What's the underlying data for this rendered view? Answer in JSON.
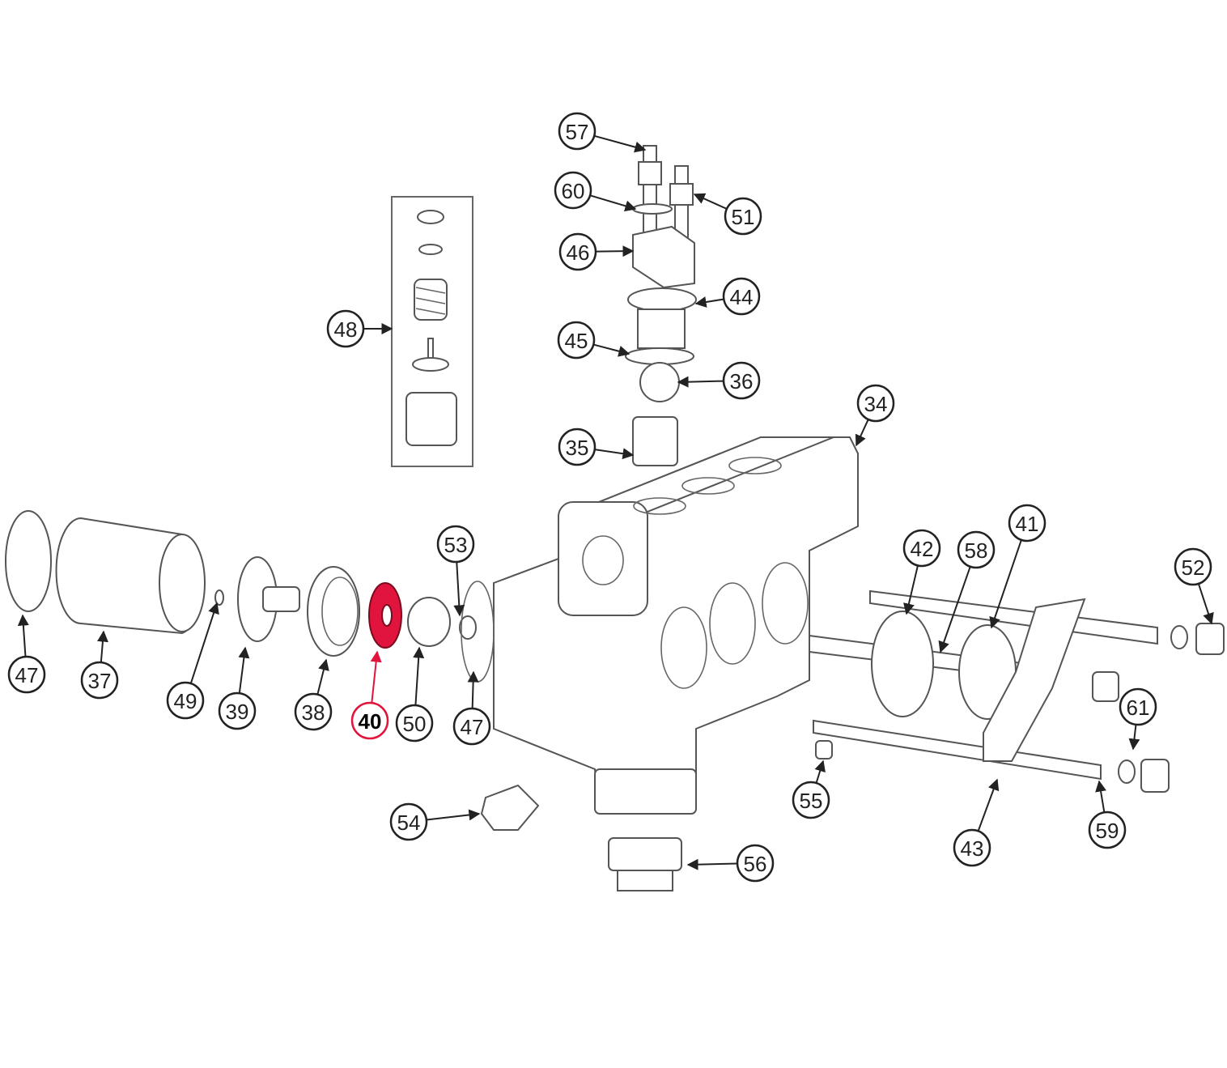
{
  "diagram": {
    "type": "exploded-parts-view",
    "highlight_color": "#e0143c",
    "highlighted_part": "40",
    "callouts": [
      {
        "label": "57"
      },
      {
        "label": "60"
      },
      {
        "label": "51"
      },
      {
        "label": "46"
      },
      {
        "label": "44"
      },
      {
        "label": "48"
      },
      {
        "label": "45"
      },
      {
        "label": "36"
      },
      {
        "label": "34"
      },
      {
        "label": "35"
      },
      {
        "label": "53"
      },
      {
        "label": "42"
      },
      {
        "label": "58"
      },
      {
        "label": "41"
      },
      {
        "label": "52"
      },
      {
        "label": "47"
      },
      {
        "label": "37"
      },
      {
        "label": "49"
      },
      {
        "label": "39"
      },
      {
        "label": "38"
      },
      {
        "label": "40"
      },
      {
        "label": "50"
      },
      {
        "label": "47"
      },
      {
        "label": "61"
      },
      {
        "label": "55"
      },
      {
        "label": "59"
      },
      {
        "label": "43"
      },
      {
        "label": "54"
      },
      {
        "label": "56"
      }
    ]
  }
}
